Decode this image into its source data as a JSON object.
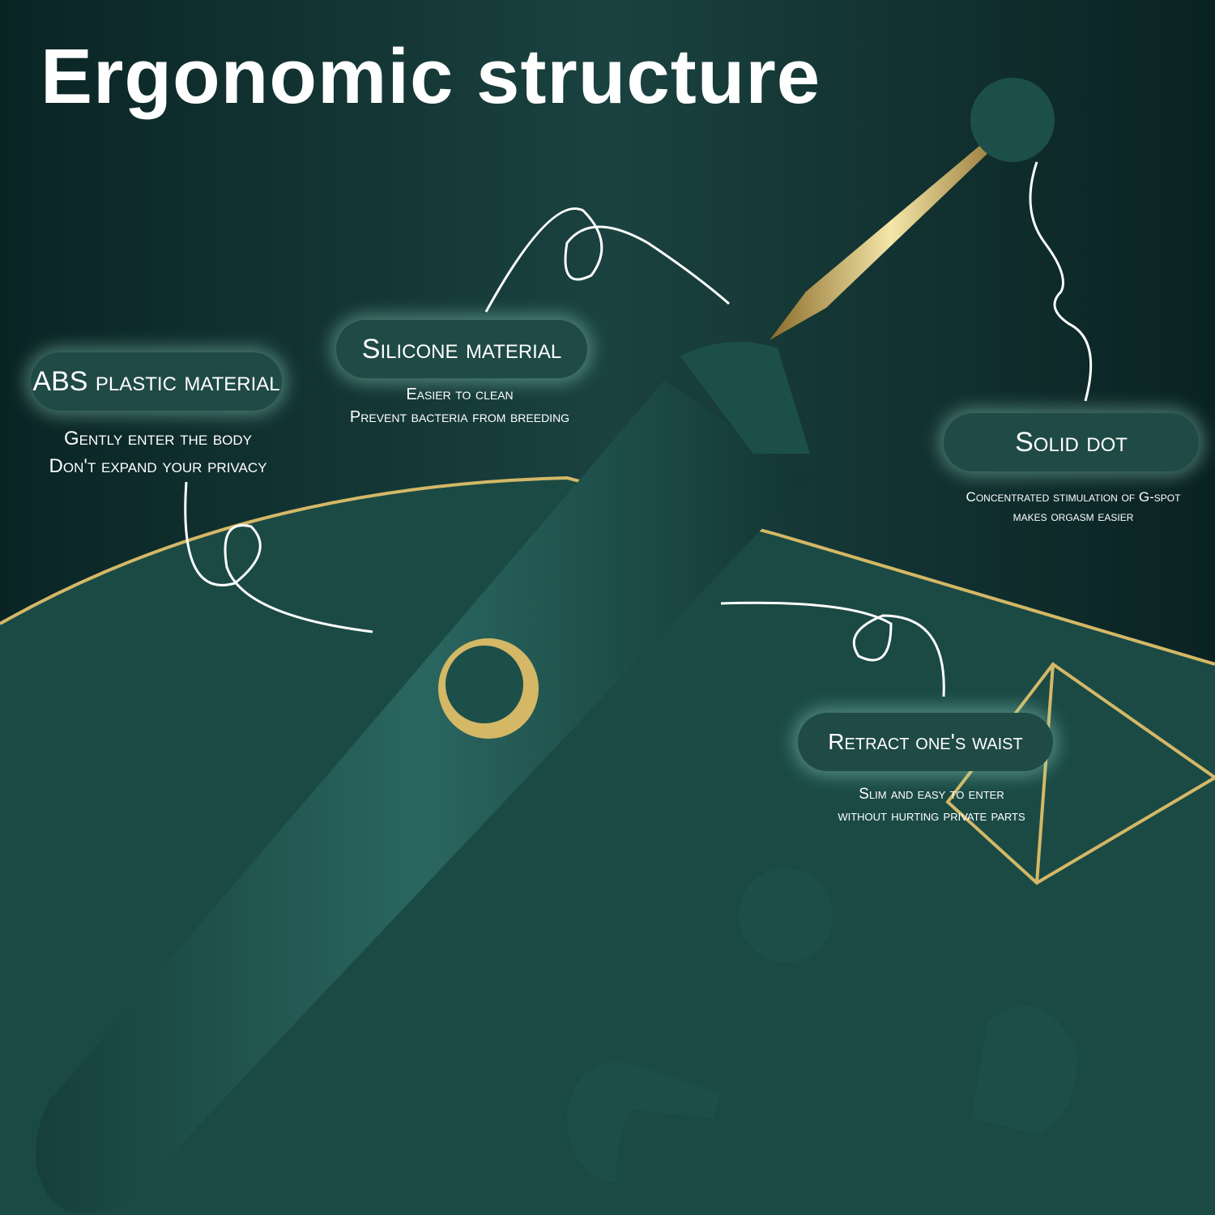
{
  "title": "Ergonomic structure",
  "features": [
    {
      "label": "ABS plastic material",
      "lines": [
        "Gently enter the body",
        "Don't expand your privacy"
      ]
    },
    {
      "label": "Silicone material",
      "lines": [
        "Easier to clean",
        "Prevent bacteria from breeding"
      ]
    },
    {
      "label": "Solid dot",
      "lines": [
        "Concentrated stimulation of G-spot",
        "makes orgasm easier"
      ]
    },
    {
      "label": "Retract one's waist",
      "lines": [
        "Slim and easy to enter",
        "without hurting private parts"
      ]
    }
  ],
  "colors": {
    "body": "#1d4f4a",
    "accent_gold": "#d4b866",
    "background": "#0c2a2a"
  }
}
